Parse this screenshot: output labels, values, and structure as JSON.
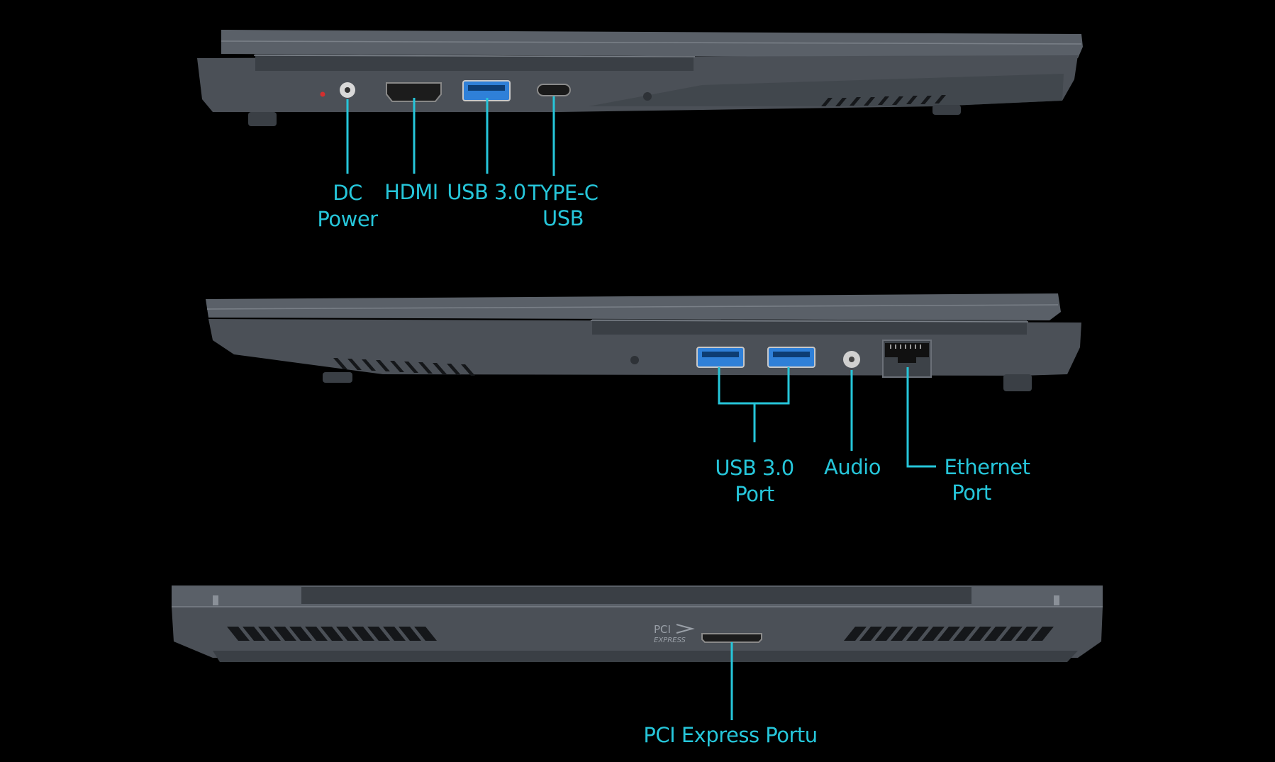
{
  "colors": {
    "background": "#000000",
    "callout": "#26c6da",
    "chassis": "#4b5057",
    "port_usb": "#2f80d8"
  },
  "views": {
    "left_side": {
      "labels": {
        "dc_power_line1": "DC",
        "dc_power_line2": "Power",
        "hdmi": "HDMI",
        "usb3": "USB 3.0",
        "typec_line1": "TYPE-C",
        "typec_line2": "USB"
      }
    },
    "right_side": {
      "labels": {
        "usb3_line1": "USB 3.0",
        "usb3_line2": "Port",
        "audio": "Audio",
        "ethernet_line1": "Ethernet",
        "ethernet_line2": "Port"
      }
    },
    "rear": {
      "logo_text": "PCI",
      "logo_subtext": "EXPRESS",
      "labels": {
        "pci_express": "PCI Express Portu"
      }
    }
  }
}
